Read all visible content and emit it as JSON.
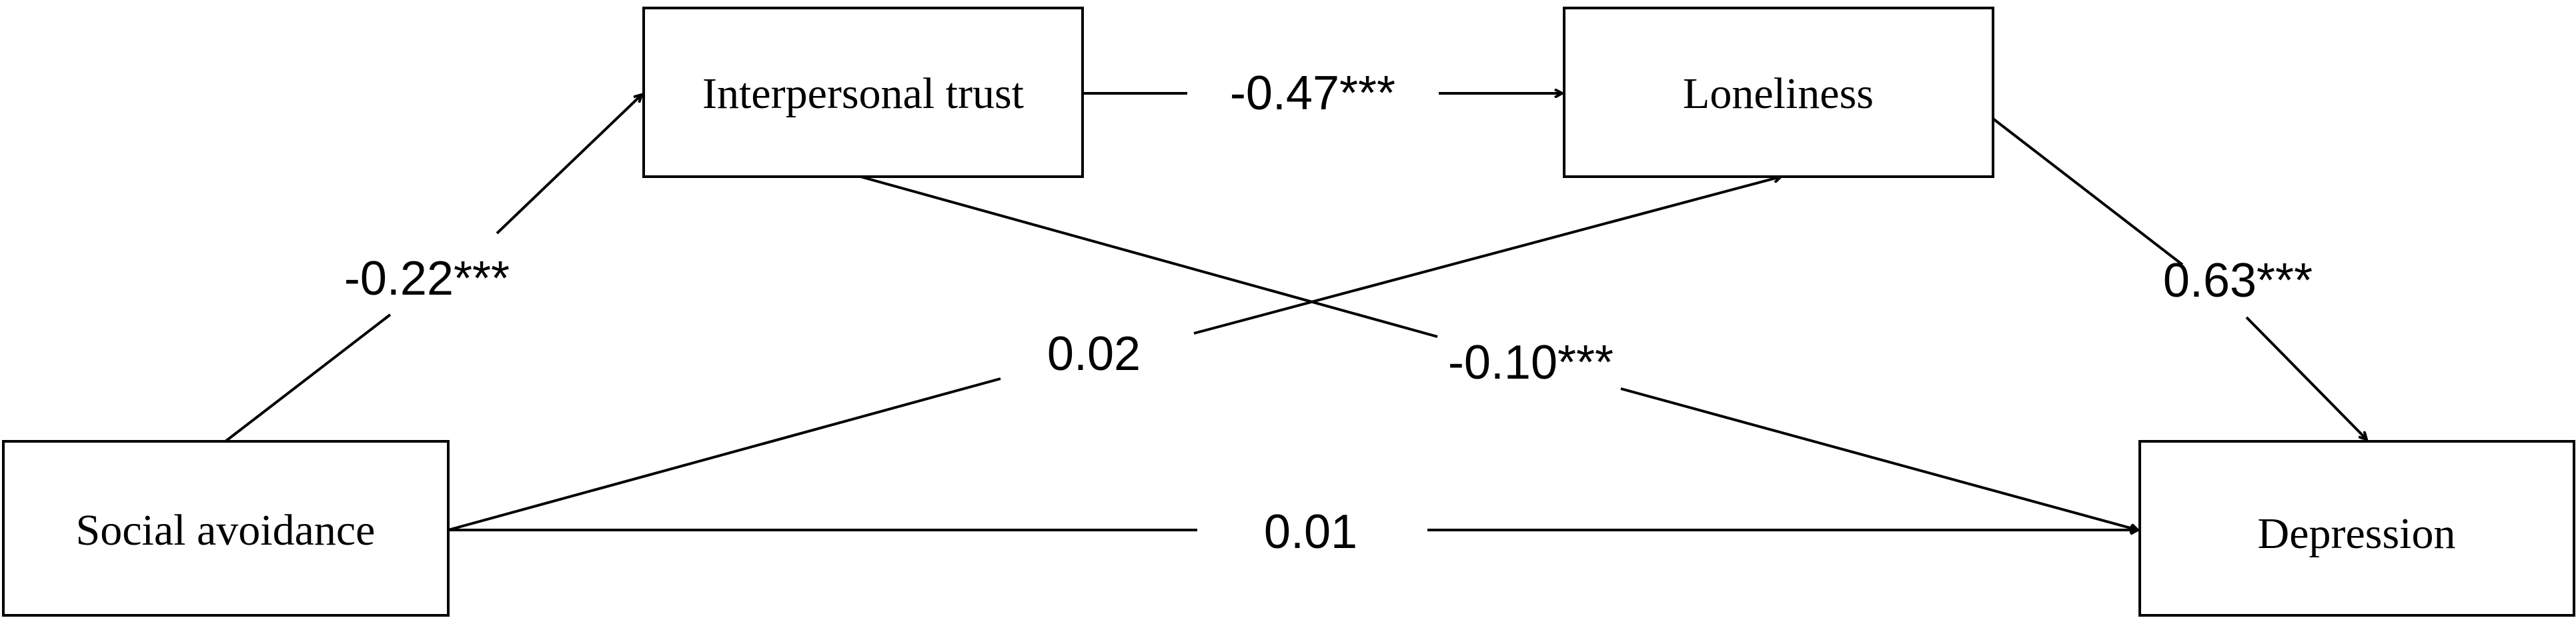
{
  "nodes": {
    "interpersonal_trust": "Interpersonal trust",
    "loneliness": "Loneliness",
    "social_avoidance": "Social avoidance",
    "depression": "Depression"
  },
  "paths": {
    "trust_to_loneliness": "-0.47***",
    "avoidance_to_trust": "-0.22***",
    "loneliness_to_depression": "0.63***",
    "avoidance_to_loneliness": "0.02",
    "trust_to_depression": "-0.10***",
    "avoidance_to_depression": "0.01"
  }
}
